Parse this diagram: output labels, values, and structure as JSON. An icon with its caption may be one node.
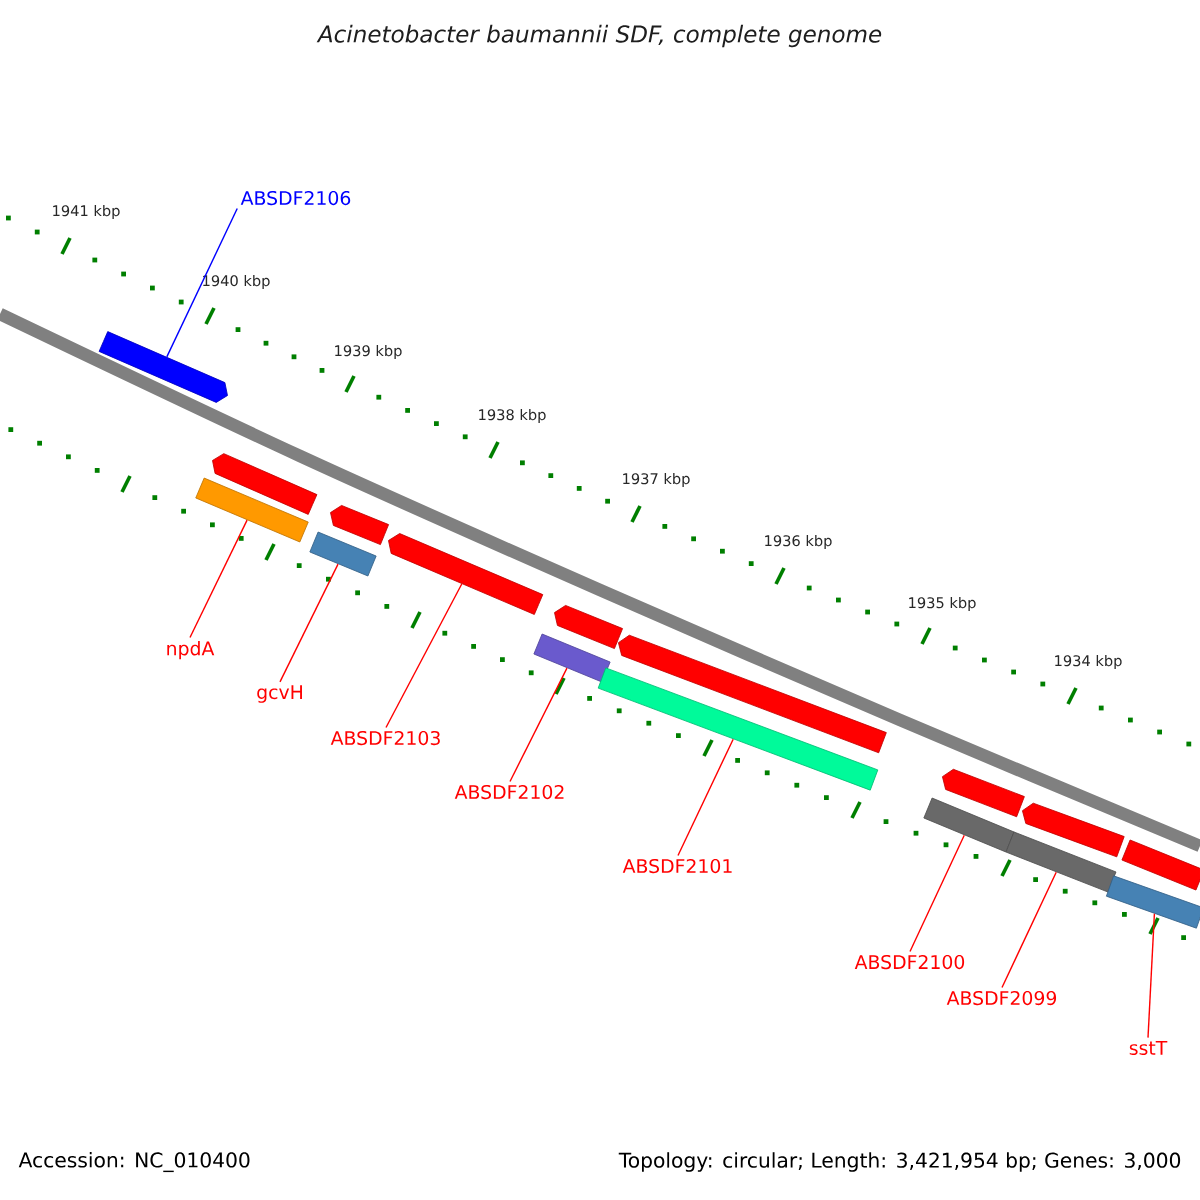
{
  "diagram": {
    "title": "Acinetobacter baumannii SDF, complete genome",
    "nodes": [
      {
        "text": [],
        "shape": "arrow"
      },
      {
        "text": [],
        "shape": "bar"
      },
      {
        "text": [],
        "shape": "arrow"
      },
      {
        "text": [],
        "shape": "bar"
      },
      {
        "text": [],
        "shape": "arrow"
      },
      {
        "text": [],
        "shape": "arrow"
      },
      {
        "text": [],
        "shape": "bar"
      },
      {
        "text": [],
        "shape": "arrow"
      },
      {
        "text": [],
        "shape": "bar"
      },
      {
        "text": [],
        "shape": "arrow"
      },
      {
        "text": [],
        "shape": "bar"
      },
      {
        "text": [],
        "shape": "arrow"
      },
      {
        "text": [],
        "shape": "bar"
      },
      {
        "text": [],
        "shape": "arrow"
      },
      {
        "text": [],
        "shape": "bar"
      },
      {
        "text": [],
        "shape": "bar"
      },
      {
        "text": [
          "ABSDF2106"
        ]
      },
      {
        "text": [
          "npdA"
        ]
      },
      {
        "text": [
          "gcvH"
        ]
      },
      {
        "text": [
          "ABSDF2103"
        ]
      },
      {
        "text": [
          "ABSDF2102"
        ]
      },
      {
        "text": [
          "ABSDF2101"
        ]
      },
      {
        "text": [
          "ABSDF2100"
        ]
      },
      {
        "text": [
          "ABSDF2099"
        ]
      },
      {
        "text": [
          "sstT"
        ]
      }
    ],
    "edges": [
      {
        "from": 16,
        "to": 0,
        "arrow": "none",
        "color": "#0000ff"
      },
      {
        "from": 17,
        "to": 1,
        "arrow": "none"
      },
      {
        "from": 18,
        "to": 3,
        "arrow": "none"
      },
      {
        "from": 19,
        "to": 5,
        "arrow": "none"
      },
      {
        "from": 20,
        "to": 6,
        "arrow": "none"
      },
      {
        "from": 21,
        "to": 8,
        "arrow": "none"
      },
      {
        "from": 22,
        "to": 10,
        "arrow": "none"
      },
      {
        "from": 23,
        "to": 12,
        "arrow": "none"
      },
      {
        "from": 24,
        "to": 14,
        "arrow": "none"
      }
    ],
    "labels": [
      "1941 kbp",
      "1940 kbp",
      "1939 kbp",
      "1938 kbp",
      "1937 kbp",
      "1936 kbp",
      "1935 kbp",
      "1934 kbp",
      "Accession: NC_010400",
      "Topology: circular; Length: 3,421,954 bp; Genes: 3,000"
    ]
  }
}
